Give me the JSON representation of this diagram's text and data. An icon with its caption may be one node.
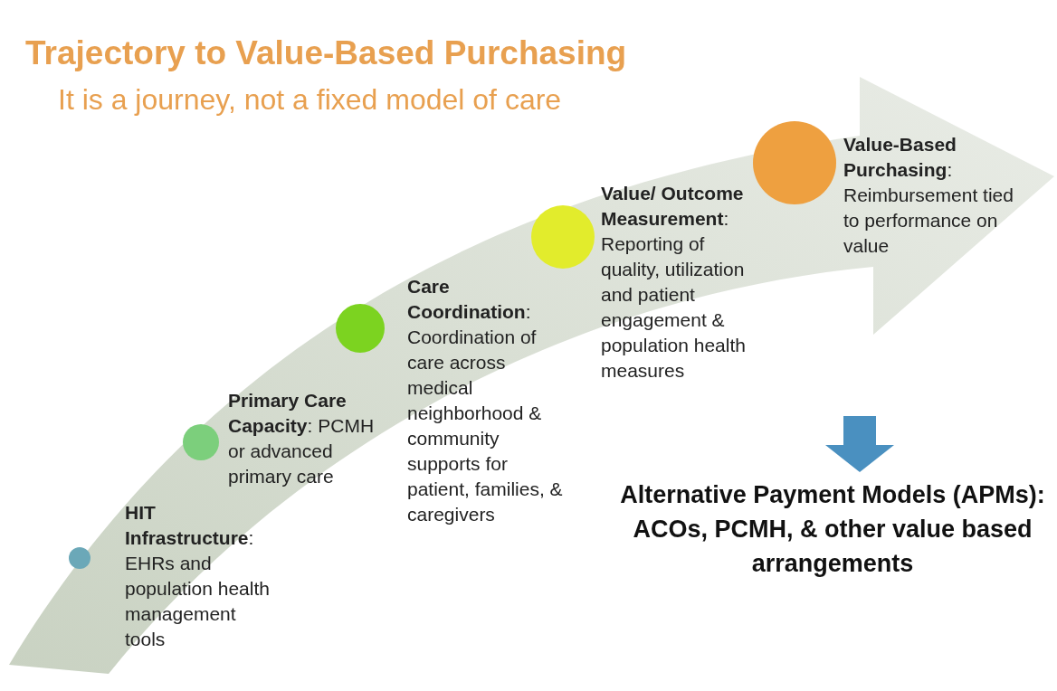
{
  "diagram": {
    "title": "Trajectory to Value-Based Purchasing",
    "nodes": [
      {
        "text": [],
        "shape": "circle",
        "beside": [
          "**HIT Infrastructure**: EHRs and population health management tools"
        ]
      },
      {
        "text": [],
        "shape": "circle",
        "beside": [
          "**Primary Care Capacity**: PCMH or advanced primary care"
        ]
      },
      {
        "text": [],
        "shape": "circle",
        "beside": [
          "**Care Coordination**: Coordination of care across medical neighborhood & community supports for patient, families, & caregivers"
        ]
      },
      {
        "text": [],
        "shape": "circle",
        "beside": [
          "**Value/ Outcome Measurement**: Reporting of quality, utilization and patient engagement & population health measures"
        ]
      },
      {
        "text": [],
        "shape": "circle",
        "beside": [
          "**Value-Based Purchasing**: Reimbursement tied to performance on value"
        ]
      },
      {
        "text": [
          "Alternative Payment Models (APMs): ACOs, PCMH, & other value based arrangements"
        ]
      }
    ],
    "edges": [
      {
        "from": null,
        "to": 5,
        "arrow": "to",
        "style": "thick",
        "color": "#4a90c0"
      }
    ],
    "labels": [
      "It is a journey, not a fixed model of care"
    ]
  }
}
